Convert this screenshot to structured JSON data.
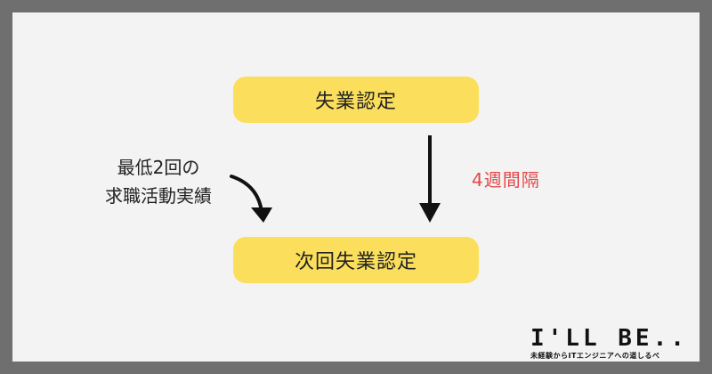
{
  "flow": {
    "top_box": "失業認定",
    "bottom_box": "次回失業認定",
    "left_note_line1": "最低2回の",
    "left_note_line2": "求職活動実績",
    "interval_label": "4週間隔"
  },
  "logo": {
    "main": "I'LL BE..",
    "sub": "未経験からITエンジニアへの道しるべ"
  },
  "colors": {
    "box_fill": "#fbdf5c",
    "interval_text": "#e3484b",
    "border": "#6f6f6f",
    "background": "#f3f3f3"
  },
  "icons": {
    "down_arrow": "down-arrow-icon",
    "curved_arrow": "curved-arrow-icon"
  }
}
